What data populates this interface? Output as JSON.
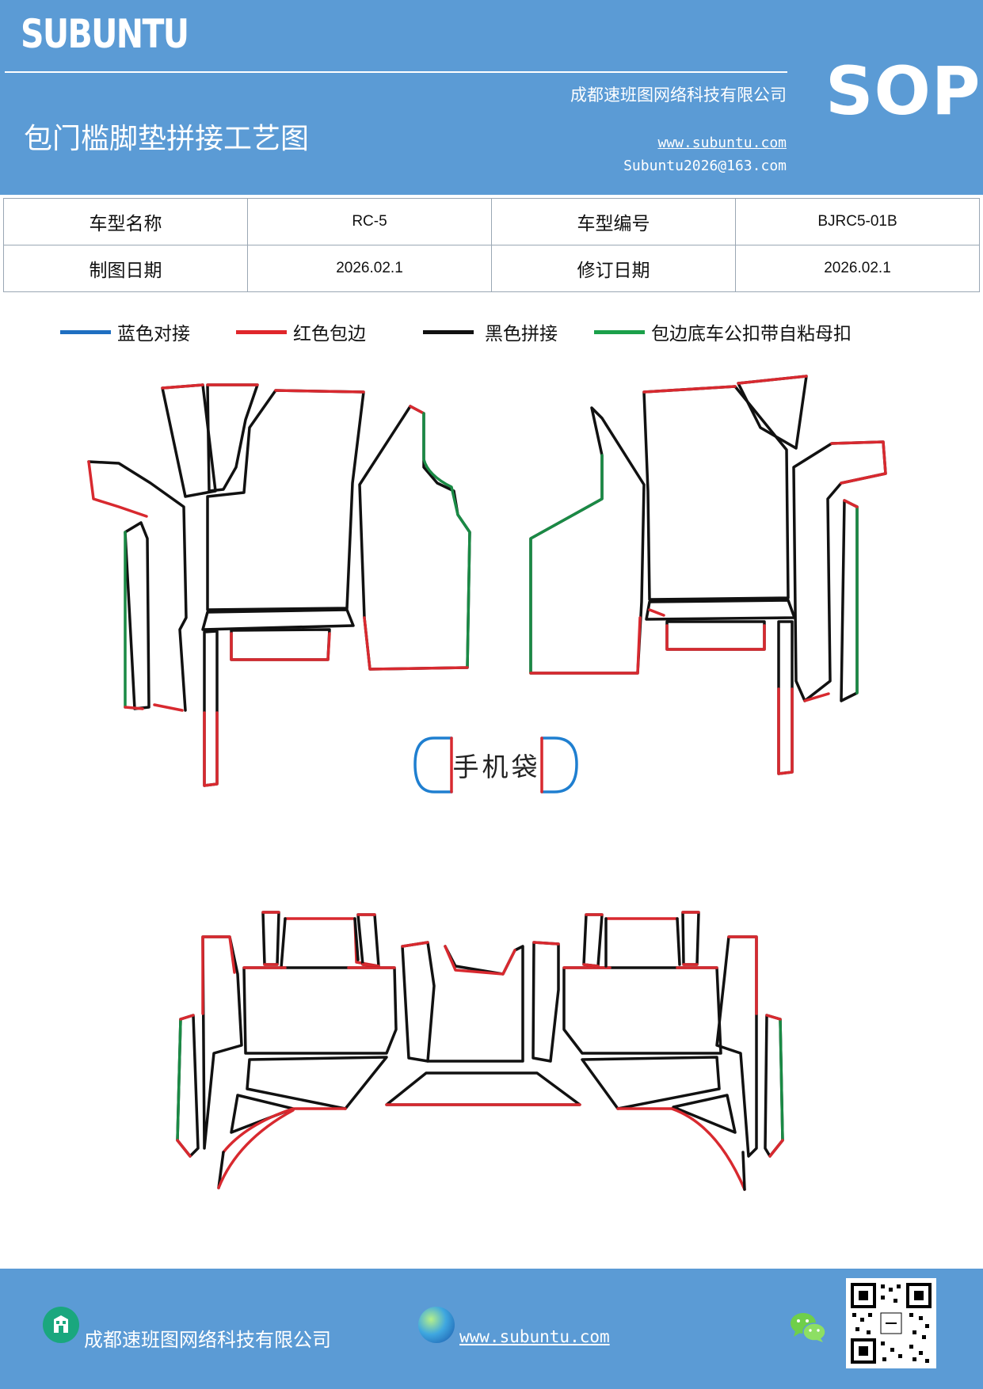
{
  "header": {
    "brand": "SUBUNTU",
    "badge": "SOP",
    "company": "成都速班图网络科技有限公司",
    "title": "包门槛脚垫拼接工艺图",
    "website": "www.subuntu.com",
    "email": "Subuntu2026@163.com"
  },
  "info_table": {
    "row1": [
      "车型名称",
      "RC-5",
      "车型编号",
      "BJRC5-01B"
    ],
    "row2": [
      "制图日期",
      "2026.02.1",
      "修订日期",
      "2026.02.1"
    ]
  },
  "legend": [
    {
      "label": "蓝色对接",
      "color": "#1f6fc1"
    },
    {
      "label": "红色包边",
      "color": "#e0262b"
    },
    {
      "label": "黑色拼接",
      "color": "#111111"
    },
    {
      "label": "包边底车公扣带自粘母扣",
      "color": "#1ba04a"
    }
  ],
  "drawing": {
    "phone_bag_label": "手机袋",
    "colors": {
      "black": "#111111",
      "red": "#d8292f",
      "green": "#1a8a45",
      "blue": "#1f7fd0"
    }
  },
  "footer": {
    "company": "成都速班图网络科技有限公司",
    "website": "www.subuntu.com "
  },
  "icons": {
    "footer_left": "building-icon",
    "footer_mid": "globe-icon",
    "footer_right": "wechat-icon",
    "qr": "qr-code"
  }
}
